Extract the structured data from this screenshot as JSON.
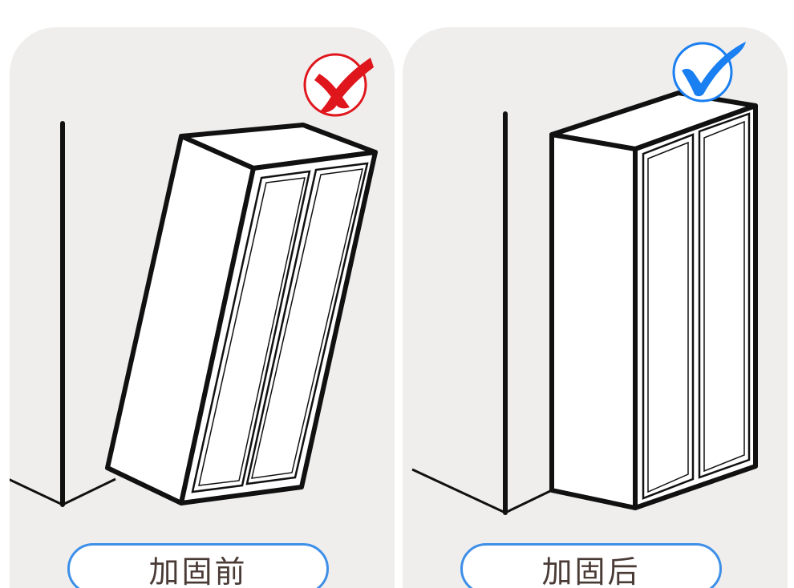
{
  "panels": [
    {
      "id": "before",
      "label": "加固前",
      "status_icon": "cross-mark-icon",
      "status_color": "#e0161d"
    },
    {
      "id": "after",
      "label": "加固后",
      "status_icon": "check-mark-icon",
      "status_color": "#1a7ff0"
    }
  ],
  "colors": {
    "panel_background": "#efeeed",
    "pill_border": "#3d8fe8",
    "label_text": "#4a3a35",
    "outline": "#111111"
  }
}
